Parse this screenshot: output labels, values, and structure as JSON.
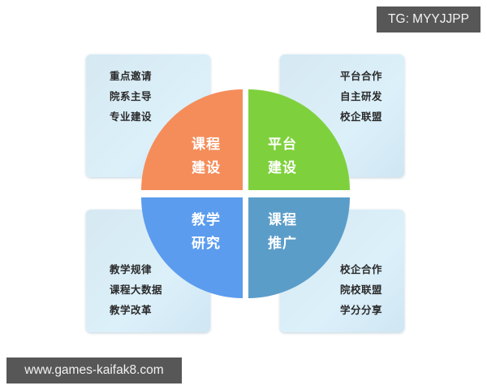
{
  "diagram": {
    "quadrants": [
      {
        "id": "top-left",
        "lines": [
          "课程",
          "建设"
        ],
        "color": "#f58d5a",
        "items": [
          "重点邀请",
          "院系主导",
          "专业建设"
        ]
      },
      {
        "id": "top-right",
        "lines": [
          "平台",
          "建设"
        ],
        "color": "#7ed13c",
        "items": [
          "平台合作",
          "自主研发",
          "校企联盟"
        ]
      },
      {
        "id": "bottom-left",
        "lines": [
          "教学",
          "研究"
        ],
        "color": "#5b9cee",
        "items": [
          "教学规律",
          "课程大数据",
          "教学改革"
        ]
      },
      {
        "id": "bottom-right",
        "lines": [
          "课程",
          "推广"
        ],
        "color": "#5b9dc9",
        "items": [
          "校企合作",
          "院校联盟",
          "学分分享"
        ]
      }
    ]
  },
  "watermarks": {
    "top": "TG: MYYJJPP",
    "bottom": "www.games-kaifak8.com"
  }
}
